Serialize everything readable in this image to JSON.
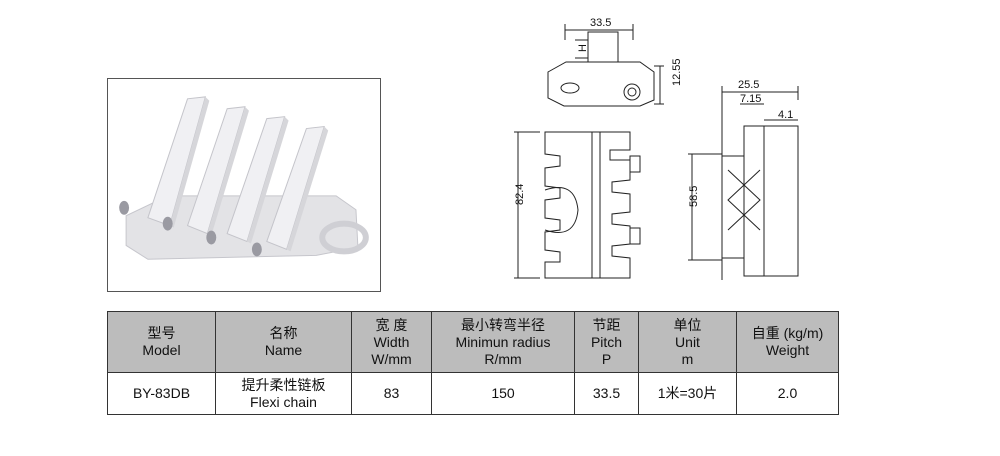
{
  "drawing": {
    "top_view": {
      "width": "33.5",
      "height_label": "H",
      "thickness": "12.55"
    },
    "front_view": {
      "length": "82.4"
    },
    "side_view": {
      "width": "25.5",
      "offset": "7.15",
      "pitch_thk": "4.1",
      "height": "58.5"
    }
  },
  "table": {
    "headers": [
      {
        "cn": "型号",
        "en": "Model",
        "extra": ""
      },
      {
        "cn": "名称",
        "en": "Name",
        "extra": ""
      },
      {
        "cn": "宽 度",
        "en": "Width",
        "extra": "W/mm"
      },
      {
        "cn": "最小转弯半径",
        "en": "Minimun radius",
        "extra": "R/mm"
      },
      {
        "cn": "节距",
        "en": "Pitch",
        "extra": "P"
      },
      {
        "cn": "单位",
        "en": "Unit",
        "extra": "m"
      },
      {
        "cn": "自重  (kg/m)",
        "en": "Weight",
        "extra": ""
      }
    ],
    "row": {
      "model": "BY-83DB",
      "name_cn": "提升柔性链板",
      "name_en": "Flexi chain",
      "width": "83",
      "radius": "150",
      "pitch": "33.5",
      "unit": "1米=30片",
      "weight": "2.0"
    }
  }
}
